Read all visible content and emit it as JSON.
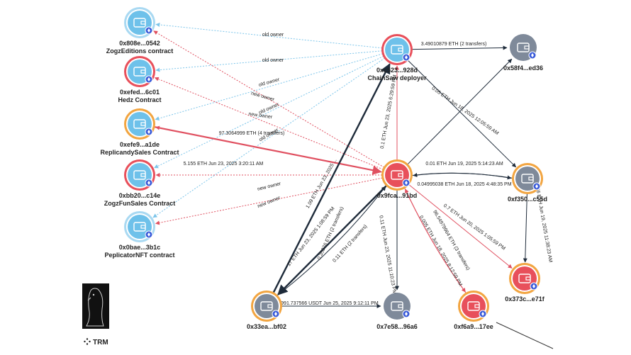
{
  "colors": {
    "blue_node": "#6ec1ea",
    "red_node": "#e8505b",
    "gray_node": "#7f8a9a",
    "ring_red": "#e8505b",
    "ring_orange": "#f2a541",
    "ring_blue": "#a9d9f2",
    "edge_blue": "#7cc5ea",
    "edge_red": "#e05060",
    "edge_dark": "#1e2b3a",
    "edge_gray": "#444444"
  },
  "nodes": [
    {
      "id": "n0808",
      "line1": "0x808e...0542",
      "line2": "ZogzEditions contract",
      "fill": "blue",
      "ring": "blue"
    },
    {
      "id": "nfed",
      "line1": "0xefed...6c01",
      "line2": "Hedz Contract",
      "fill": "blue",
      "ring": "red"
    },
    {
      "id": "nfe9",
      "line1": "0xefe9...a1de",
      "line2": "ReplicandySales Contract",
      "fill": "blue",
      "ring": "orange"
    },
    {
      "id": "nbb20",
      "line1": "0xbb20...c14e",
      "line2": "ZogzFunSales Contract",
      "fill": "blue",
      "ring": "red"
    },
    {
      "id": "n0bae",
      "line1": "0x0bae...3b1c",
      "line2": "PeplicatorNFT contract",
      "fill": "blue",
      "ring": "blue"
    },
    {
      "id": "nc523",
      "line1": "0xc523...928d",
      "line2": "ChainSaw deployer",
      "fill": "blue",
      "ring": "red"
    },
    {
      "id": "n58f4",
      "line1": "0x58f4...ed36",
      "line2": "",
      "fill": "gray",
      "ring": "none"
    },
    {
      "id": "n9fca",
      "line1": "0x9fca...91bd",
      "line2": "",
      "fill": "red",
      "ring": "orange"
    },
    {
      "id": "nf350",
      "line1": "0xf350...c55d",
      "line2": "",
      "fill": "gray",
      "ring": "orange"
    },
    {
      "id": "n373c",
      "line1": "0x373c...e71f",
      "line2": "",
      "fill": "red",
      "ring": "orange"
    },
    {
      "id": "n33ea",
      "line1": "0x33ea...bf02",
      "line2": "",
      "fill": "gray",
      "ring": "orange"
    },
    {
      "id": "n7e58",
      "line1": "0x7e58...96a6",
      "line2": "",
      "fill": "gray",
      "ring": "none"
    },
    {
      "id": "nf6a9",
      "line1": "0xf6a9...17ee",
      "line2": "",
      "fill": "red",
      "ring": "orange"
    }
  ],
  "edges": [
    {
      "from": "nc523",
      "to": "n0808",
      "kind": "blue",
      "label": "old owner"
    },
    {
      "from": "nc523",
      "to": "nfed",
      "kind": "blue",
      "label": "old owner"
    },
    {
      "from": "nc523",
      "to": "nfe9",
      "kind": "blue",
      "label": "old owner"
    },
    {
      "from": "nc523",
      "to": "nbb20",
      "kind": "blue",
      "label": "old owner"
    },
    {
      "from": "nc523",
      "to": "n0bae",
      "kind": "blue",
      "label": "old owner"
    },
    {
      "from": "n9fca",
      "to": "n0808",
      "kind": "redDash",
      "label": "new owner"
    },
    {
      "from": "n9fca",
      "to": "nfed",
      "kind": "redDash",
      "label": "new owner"
    },
    {
      "from": "n9fca",
      "to": "nbb20",
      "kind": "redDash",
      "label": "new owner"
    },
    {
      "from": "n9fca",
      "to": "n0bae",
      "kind": "redDash",
      "label": "new owner"
    },
    {
      "from": "nfe9",
      "to": "n9fca",
      "kind": "redThick",
      "label": "97.3064999 ETH (4 transfers)"
    },
    {
      "from": "n9fca",
      "to": "nfe9",
      "kind": "red",
      "label": "5.155 ETH Jun 23, 2025 3:20:11 AM"
    },
    {
      "from": "nc523",
      "to": "n58f4",
      "kind": "dark",
      "label": "3.49010879 ETH (2 transfers)"
    },
    {
      "from": "n9fca",
      "to": "nc523",
      "kind": "red",
      "label": "0.1 ETH Jun 23, 2025 6:29:59 PM"
    },
    {
      "from": "nc523",
      "to": "nf350",
      "kind": "dark",
      "label": "0.05 ETH Jun 18, 2025 12:05:59 AM"
    },
    {
      "from": "n9fca",
      "to": "n58f4",
      "kind": "dark",
      "label": ""
    },
    {
      "from": "n9fca",
      "to": "nf350",
      "kind": "dark",
      "label": "0.01 ETH Jun 19, 2025 5:14:23 AM"
    },
    {
      "from": "nf350",
      "to": "n9fca",
      "kind": "dark",
      "label": "0.04995038 ETH Jun 18, 2025 4:48:35 PM"
    },
    {
      "from": "nf350",
      "to": "n373c",
      "kind": "dark",
      "label": "0.46 ETH Jun 19, 2025 11:38:23 AM"
    },
    {
      "from": "n9fca",
      "to": "n373c",
      "kind": "red",
      "label": "0.7 ETH Jun 20, 2025 1:05:59 PM"
    },
    {
      "from": "n9fca",
      "to": "nf6a9",
      "kind": "red",
      "label": "96.54979964 ETH (3 transfers)"
    },
    {
      "from": "nf6a9",
      "to": "n9fca",
      "kind": "red",
      "label": "0.005 ETH Jun 18, 2025 8:12:59 PM"
    },
    {
      "from": "n9fca",
      "to": "n7e58",
      "kind": "dark",
      "label": "0.11 ETH Jun 23, 2025 11:10:23 PM"
    },
    {
      "from": "n9fca",
      "to": "n33ea",
      "kind": "darkThick",
      "label": "0.11 ETH (2 transfers)"
    },
    {
      "from": "n33ea",
      "to": "nc523",
      "kind": "darkThick",
      "label": "1.09 ETH Jun 23, 2025 ..."
    },
    {
      "from": "n33ea",
      "to": "n9fca",
      "kind": "dark",
      "label": "17 ETH Jun 23, 2025 1:08:59 PM"
    },
    {
      "from": "n33ea",
      "to": "n9fca",
      "kind": "dark2",
      "label": "0.35076 ETH (2 transfers)"
    },
    {
      "from": "n33ea",
      "to": "n7e58",
      "kind": "dark",
      "label": "4,991.737566 USDT Jun 25, 2025 9:12:11 PM"
    }
  ],
  "logo": {
    "text": "TRM"
  }
}
